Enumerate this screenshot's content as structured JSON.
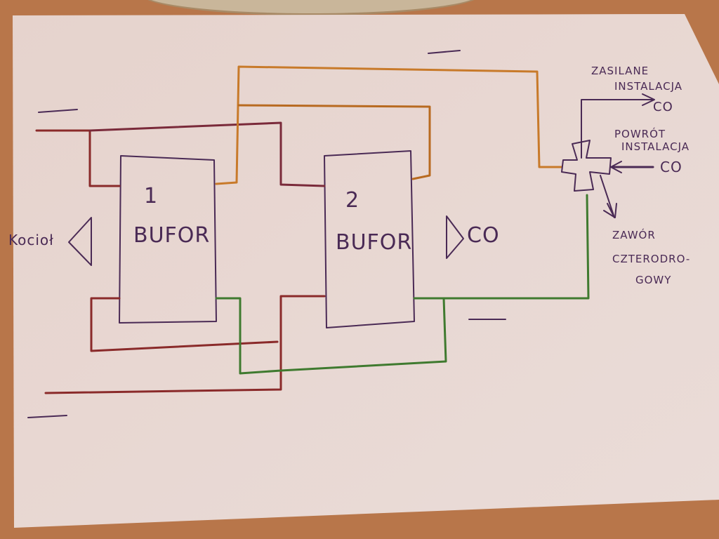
{
  "labels": {
    "boiler": "Kocioł",
    "buffer1_number": "1",
    "buffer1_label": "BUFOR",
    "buffer2_number": "2",
    "buffer2_label": "BUFOR",
    "co": "CO",
    "supply": [
      "ZASILANE",
      "INSTALACJA",
      "CO"
    ],
    "return": [
      "POWRÓT",
      "INSTALACJA",
      "CO"
    ],
    "valve": [
      "ZAWÓR",
      "CZTERODRO-",
      "GOWY"
    ]
  },
  "colors": {
    "paper": "#e8d6d0",
    "ink": "#4a2a55",
    "red": "#8a2a2a",
    "orange": "#c87a2a",
    "green": "#3f7a2f",
    "table": "#b8764a"
  }
}
